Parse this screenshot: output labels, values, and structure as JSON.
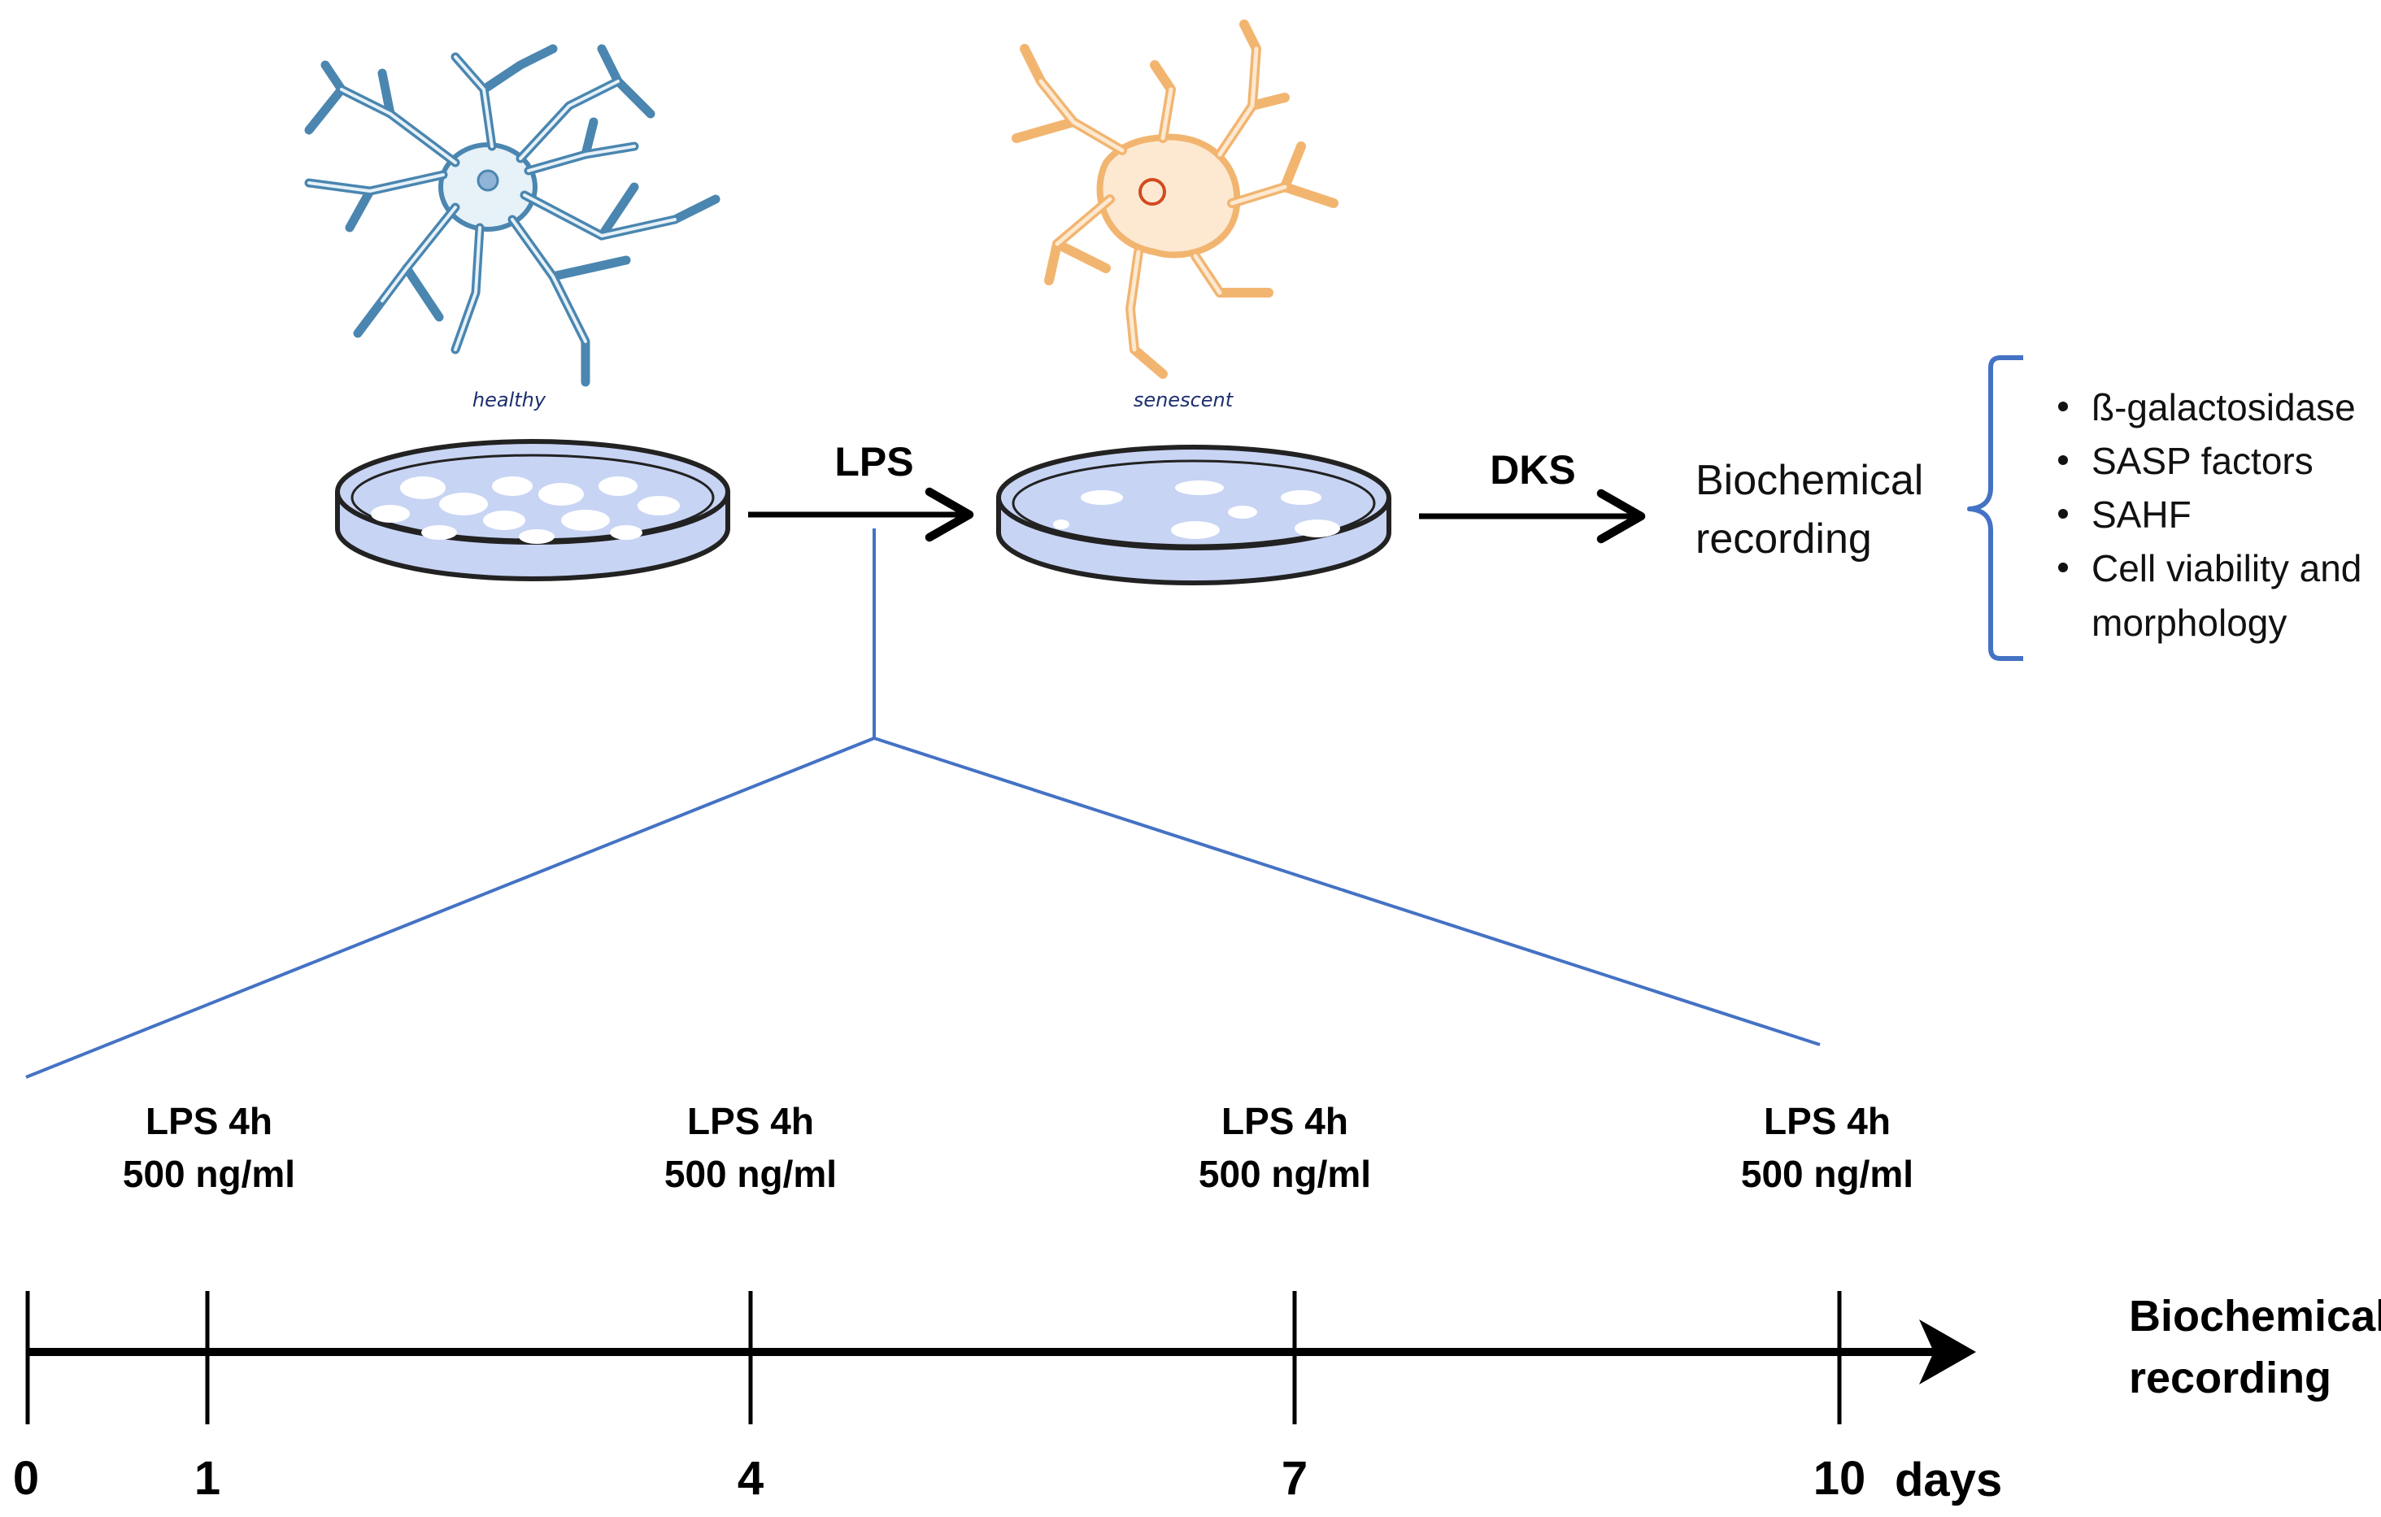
{
  "cells": {
    "healthy_label": "healthy",
    "senescent_label": "senescent"
  },
  "flow": {
    "treatment_label": "LPS",
    "drug_label": "DKS",
    "readout_line1": "Biochemical",
    "readout_line2": "recording"
  },
  "readouts": [
    "ß-galactosidase",
    "SASP factors",
    "SAHF",
    "Cell viability and",
    "morphology"
  ],
  "timeline": {
    "ticks": [
      "0",
      "1",
      "4",
      "7",
      "10"
    ],
    "unit": "days",
    "doses": [
      {
        "line1": "LPS 4h",
        "line2": "500 ng/ml"
      },
      {
        "line1": "LPS 4h",
        "line2": "500 ng/ml"
      },
      {
        "line1": "LPS 4h",
        "line2": "500 ng/ml"
      },
      {
        "line1": "LPS 4h",
        "line2": "500 ng/ml"
      }
    ],
    "end_line1": "Biochemical",
    "end_line2": "recording"
  },
  "colors": {
    "healthy_cell": "#4a86b0",
    "healthy_fill": "#e6f1f8",
    "senescent_cell": "#f2b570",
    "senescent_fill": "#fde9d2",
    "nucleus_ring": "#d24a1e",
    "dish_medium": "#c8d4f4",
    "guide_line": "#4472c4",
    "bracket": "#4472c4"
  }
}
